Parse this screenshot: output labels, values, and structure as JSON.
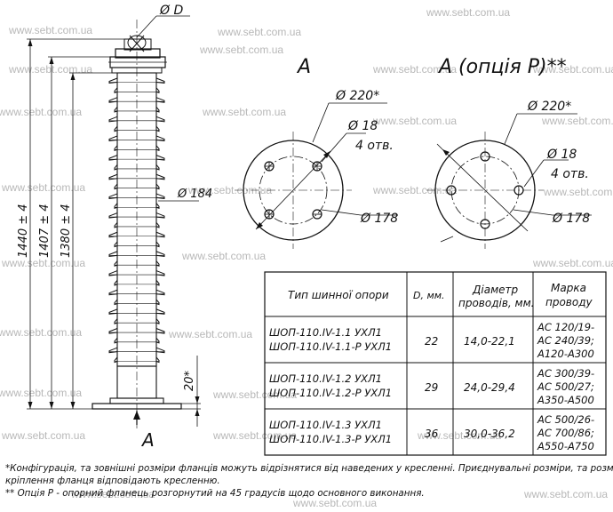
{
  "watermark": "www.sebt.com.ua",
  "main_view": {
    "dim_flange": "Ø D",
    "dim_insulator": "Ø 184",
    "dim_h1": "1440 ± 4",
    "dim_h2": "1407 ± 4",
    "dim_h3": "1380 ± 4",
    "dim_base": "20*",
    "section_label": "A"
  },
  "flange_view_a": {
    "title": "A",
    "dim_outer": "Ø 220*",
    "dim_hole": "Ø 18",
    "holes": "4 отв.",
    "dim_bolt_circle": "Ø 178"
  },
  "flange_view_p": {
    "title": "A  (опція P)**",
    "dim_outer": "Ø 220*",
    "dim_hole": "Ø 18",
    "holes": "4 отв.",
    "dim_bolt_circle": "Ø 178"
  },
  "table": {
    "headers": {
      "type": "Тип шинної опори",
      "d": "D, мм.",
      "diameter_1": "Діаметр",
      "diameter_2": "проводів, мм.",
      "mark_1": "Марка",
      "mark_2": "проводу"
    },
    "rows": [
      {
        "type_1": "ШОП-110.IV-1.1 УХЛ1",
        "type_2": "ШОП-110.IV-1.1-Р УХЛ1",
        "d": "22",
        "diameter": "14,0-22,1",
        "mark_1": "АС 120/19-",
        "mark_2": "АС 240/39;",
        "mark_3": "А120-А300"
      },
      {
        "type_1": "ШОП-110.IV-1.2 УХЛ1",
        "type_2": "ШОП-110.IV-1.2-Р УХЛ1",
        "d": "29",
        "diameter": "24,0-29,4",
        "mark_1": "АС 300/39-",
        "mark_2": "АС 500/27;",
        "mark_3": "А350-А500"
      },
      {
        "type_1": "ШОП-110.IV-1.3 УХЛ1",
        "type_2": "ШОП-110.IV-1.3-Р УХЛ1",
        "d": "36",
        "diameter": "30,0-36,2",
        "mark_1": "АС 500/26-",
        "mark_2": "АС 700/86;",
        "mark_3": "А550-А750"
      }
    ]
  },
  "notes": {
    "note_1a": "*Конфігурація, та зовнішні розміри фланців можуть відрізнятися від наведених у кресленні. Приєднувальні розміри, та розміри",
    "note_1b": "кріплення фланця відповідають кресленню.",
    "note_2": "** Опція P - опорний фланець розгорнутий на 45 градусів щодо основного виконання."
  }
}
